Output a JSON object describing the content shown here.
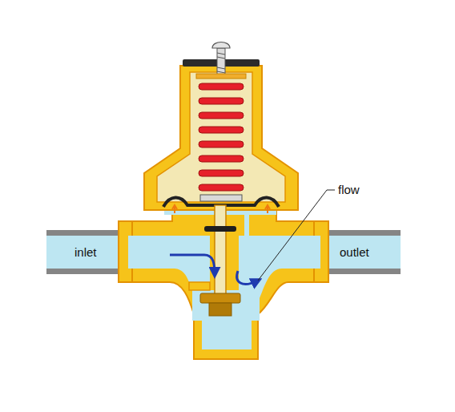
{
  "diagram": {
    "labels": [
      "inlet",
      "outlet",
      "flow"
    ]
  }
}
